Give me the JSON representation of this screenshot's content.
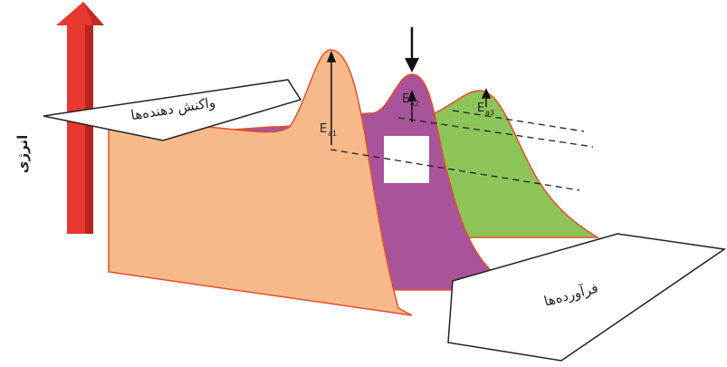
{
  "axis": {
    "label": "انرژی",
    "arrow_color": "#e8382f"
  },
  "labels": {
    "reactants": "واکنش دهنده‌ها",
    "products": "فرآورده‌ها"
  },
  "activation_energies": [
    {
      "symbol": "E",
      "subscript": "a1"
    },
    {
      "symbol": "E",
      "subscript": "a2"
    },
    {
      "symbol": "E",
      "subscript": "a3"
    }
  ],
  "colors": {
    "curve1_fill": "#f7b98a",
    "curve2_fill": "#a8549a",
    "curve3_fill": "#8dc45a",
    "outline": "#e0502a"
  }
}
